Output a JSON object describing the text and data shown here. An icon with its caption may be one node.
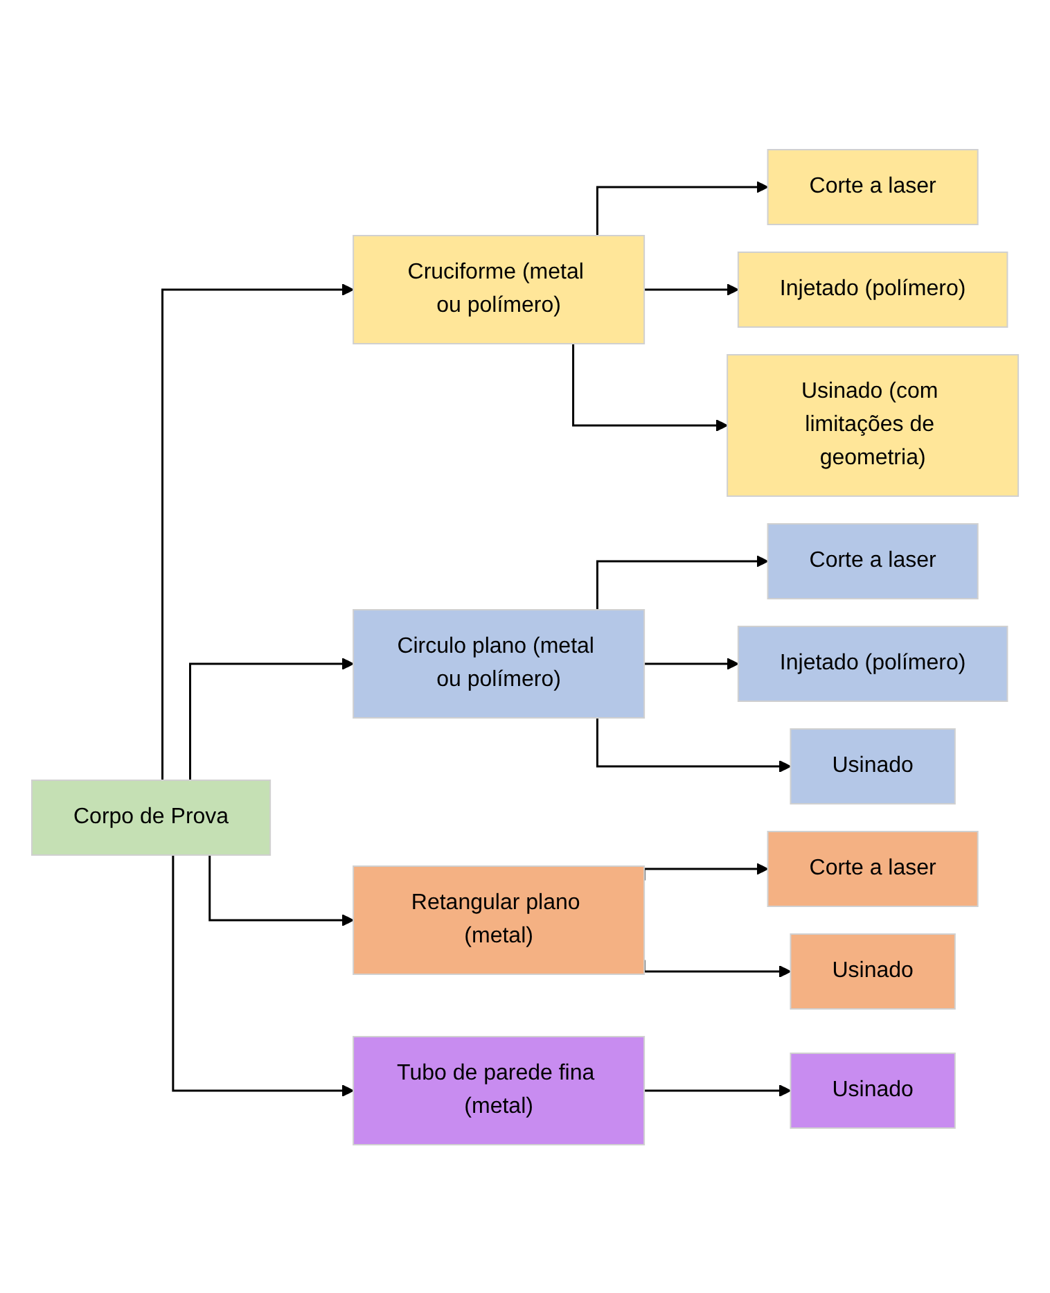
{
  "diagram": {
    "nodes": [
      {
        "text": [
          "Corpo de Prova"
        ]
      },
      {
        "text": [
          "Cruciforme (metal ou polímero)"
        ]
      },
      {
        "text": [
          "Corte a laser"
        ]
      },
      {
        "text": [
          "Injetado (polímero)"
        ]
      },
      {
        "text": [
          "Usinado (com limitações de geometria)"
        ]
      },
      {
        "text": [
          "Circulo plano (metal ou polímero)"
        ]
      },
      {
        "text": [
          "Corte a laser"
        ]
      },
      {
        "text": [
          "Injetado (polímero)"
        ]
      },
      {
        "text": [
          "Usinado"
        ]
      },
      {
        "text": [
          "Retangular plano (metal)"
        ]
      },
      {
        "text": [
          "Corte a laser"
        ]
      },
      {
        "text": [
          "Usinado"
        ]
      },
      {
        "text": [
          "Tubo de parede fina (metal)"
        ]
      },
      {
        "text": [
          "Usinado"
        ]
      }
    ],
    "edges": [
      {
        "from": 0,
        "to": 1,
        "arrow": "to"
      },
      {
        "from": 0,
        "to": 5,
        "arrow": "to"
      },
      {
        "from": 0,
        "to": 9,
        "arrow": "to"
      },
      {
        "from": 0,
        "to": 12,
        "arrow": "to"
      },
      {
        "from": 1,
        "to": 2,
        "arrow": "to"
      },
      {
        "from": 1,
        "to": 3,
        "arrow": "to"
      },
      {
        "from": 1,
        "to": 4,
        "arrow": "to"
      },
      {
        "from": 5,
        "to": 6,
        "arrow": "to"
      },
      {
        "from": 5,
        "to": 7,
        "arrow": "to"
      },
      {
        "from": 5,
        "to": 8,
        "arrow": "to"
      },
      {
        "from": 9,
        "to": 10,
        "arrow": "to"
      },
      {
        "from": 9,
        "to": 11,
        "arrow": "to"
      },
      {
        "from": 12,
        "to": 13,
        "arrow": "to"
      }
    ]
  }
}
